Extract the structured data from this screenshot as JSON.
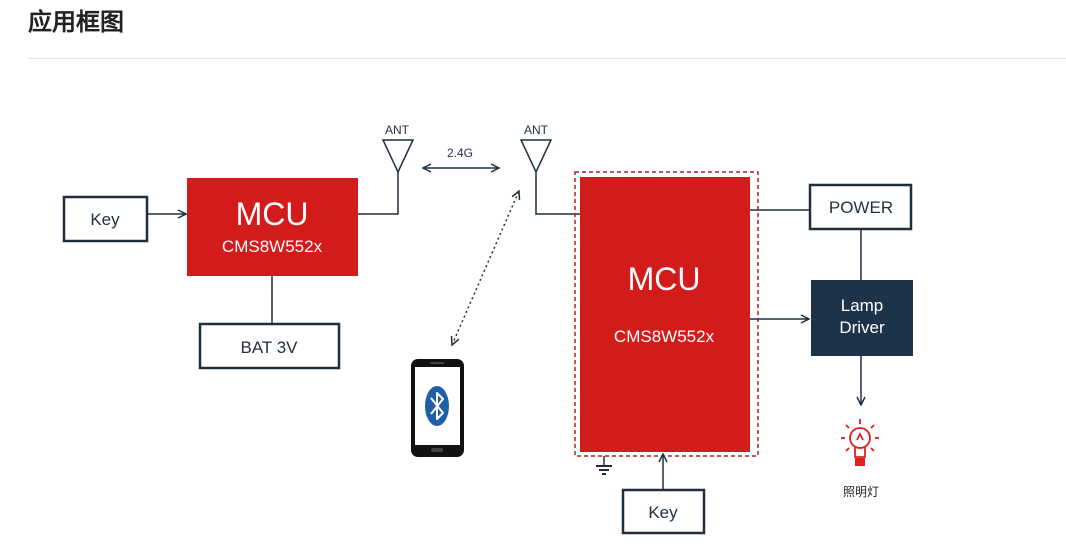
{
  "header": {
    "title": "应用框图"
  },
  "diagram": {
    "left_mcu": {
      "title": "MCU",
      "model": "CMS8W552x"
    },
    "right_mcu": {
      "title": "MCU",
      "model": "CMS8W552x"
    },
    "left_key": "Key",
    "bottom_key": "Key",
    "battery": "BAT 3V",
    "left_antenna_label": "ANT",
    "right_antenna_label": "ANT",
    "wireless_link_label": "2.4G",
    "power": "POWER",
    "lamp_driver": {
      "line1": "Lamp",
      "line2": "Driver"
    },
    "lamp_caption": "照明灯",
    "colors": {
      "mcu_red": "#d41b1b",
      "box_border": "#1f2f40",
      "lamp_driver_fill": "#1d3349",
      "bulb_red": "#e0201f",
      "phone_body": "#111111",
      "bluetooth_blue": "#1f5fa8"
    },
    "icons": [
      "antenna-icon",
      "smartphone-icon",
      "bluetooth-icon",
      "ground-icon",
      "light-bulb-icon"
    ]
  }
}
